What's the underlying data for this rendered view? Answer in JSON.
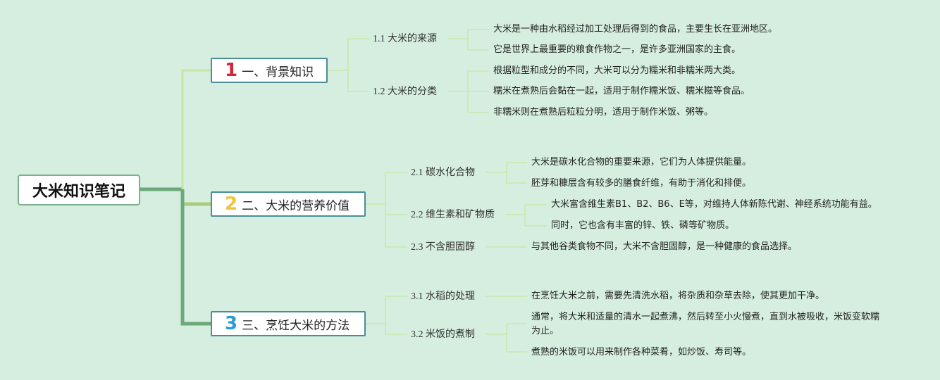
{
  "root": {
    "title": "大米知识笔记"
  },
  "sections": [
    {
      "num": "1",
      "num_color": "#d8233a",
      "label": "一、背景知识",
      "subs": [
        {
          "label": "1.1 大米的来源",
          "leaves": [
            "大米是一种由水稻经过加工处理后得到的食品，主要生长在亚洲地区。",
            "它是世界上最重要的粮食作物之一，是许多亚洲国家的主食。"
          ]
        },
        {
          "label": "1.2 大米的分类",
          "leaves": [
            "根据粒型和成分的不同，大米可以分为糯米和非糯米两大类。",
            "糯米在煮熟后会黏在一起，适用于制作糯米饭、糯米糍等食品。",
            "非糯米则在煮熟后粒粒分明，适用于制作米饭、粥等。"
          ]
        }
      ]
    },
    {
      "num": "2",
      "num_color": "#f0c53a",
      "label": "二、大米的营养价值",
      "subs": [
        {
          "label": "2.1 碳水化合物",
          "leaves": [
            "大米是碳水化合物的重要来源，它们为人体提供能量。",
            "胚芽和糠层含有较多的膳食纤维，有助于消化和排便。"
          ]
        },
        {
          "label": "2.2 维生素和矿物质",
          "leaves": [
            "大米富含维生素B1、B2、B6、E等，对维持人体新陈代谢、神经系统功能有益。",
            "同时，它也含有丰富的锌、铁、磷等矿物质。"
          ]
        },
        {
          "label": "2.3 不含胆固醇",
          "leaves": [
            "与其他谷类食物不同，大米不含胆固醇，是一种健康的食品选择。"
          ]
        }
      ]
    },
    {
      "num": "3",
      "num_color": "#2a9ad6",
      "label": "三、烹饪大米的方法",
      "subs": [
        {
          "label": "3.1 水稻的处理",
          "leaves": [
            "在烹饪大米之前，需要先清洗水稻，将杂质和杂草去除，使其更加干净。"
          ]
        },
        {
          "label": "3.2 米饭的煮制",
          "leaves": [
            "通常，将大米和适量的清水一起煮沸，然后转至小火慢煮，直到水被吸收，米饭变软糯为止。",
            "煮熟的米饭可以用来制作各种菜肴，如炒饭、寿司等。"
          ]
        }
      ]
    }
  ]
}
